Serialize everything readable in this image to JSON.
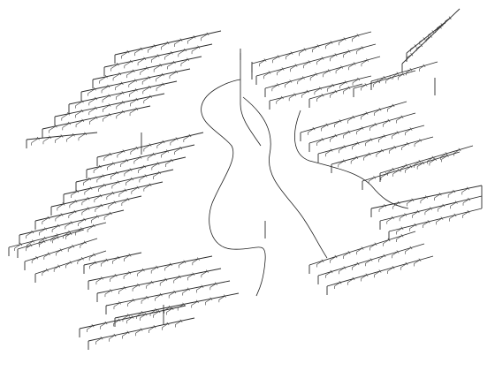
{
  "diagram": {
    "type": "isometric sprinkler piping diagram",
    "zones": [
      "upper-left",
      "upper-middle",
      "upper-right",
      "left-middle",
      "right-middle",
      "left-lower",
      "bottom-middle",
      "right-lower"
    ],
    "colors": {
      "background": "#ffffff",
      "line": "#2b2b2b"
    }
  }
}
